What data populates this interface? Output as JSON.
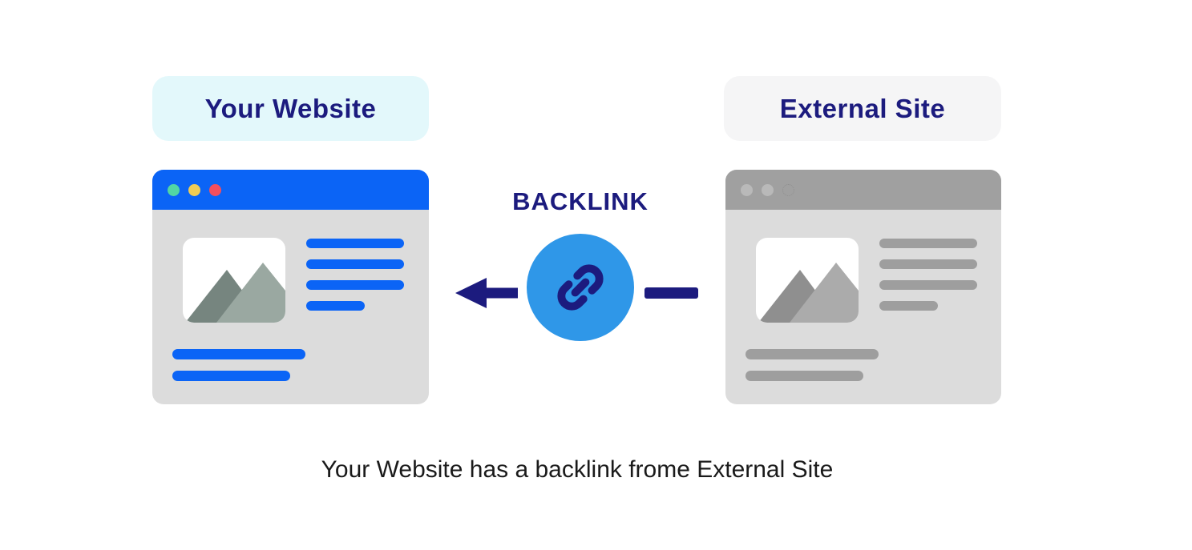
{
  "diagram": {
    "left_site": {
      "label": "Your Website"
    },
    "right_site": {
      "label": "External Site"
    },
    "backlink": {
      "label": "BACKLINK"
    },
    "caption": "Your Website has a backlink frome External Site"
  },
  "icons": {
    "link": "link-icon",
    "arrow_left": "arrow-left-icon",
    "connector_dash": "connector-dash",
    "mountains": "mountains-image-icon",
    "left_window_dots": [
      "green-dot",
      "yellow-dot",
      "red-dot"
    ],
    "right_window_dots": [
      "gray-dot",
      "gray-dot",
      "outline-dot"
    ]
  },
  "theme": {
    "navy": "#1c1b7e",
    "blue": "#0b64f6",
    "circle_blue": "#2f97e8",
    "cyan_box": "#e3f8fb",
    "gray_box": "#f5f5f6",
    "gray_titlebar": "#a0a0a0",
    "window_body": "#dcdcdc",
    "gray_line": "#9e9e9e",
    "dot_teal": "#52d6a4",
    "dot_yellow": "#f0cd55",
    "dot_red": "#f34f5e",
    "dot_gray": "#b9b9b9",
    "dot_outline": "#8f8f8f",
    "mtn_dark_left": "#76857f",
    "mtn_light_left": "#9aa8a1",
    "mtn_dark_right": "#8f8f8f",
    "mtn_light_right": "#ababab",
    "caption_color": "#1a1a1a"
  }
}
